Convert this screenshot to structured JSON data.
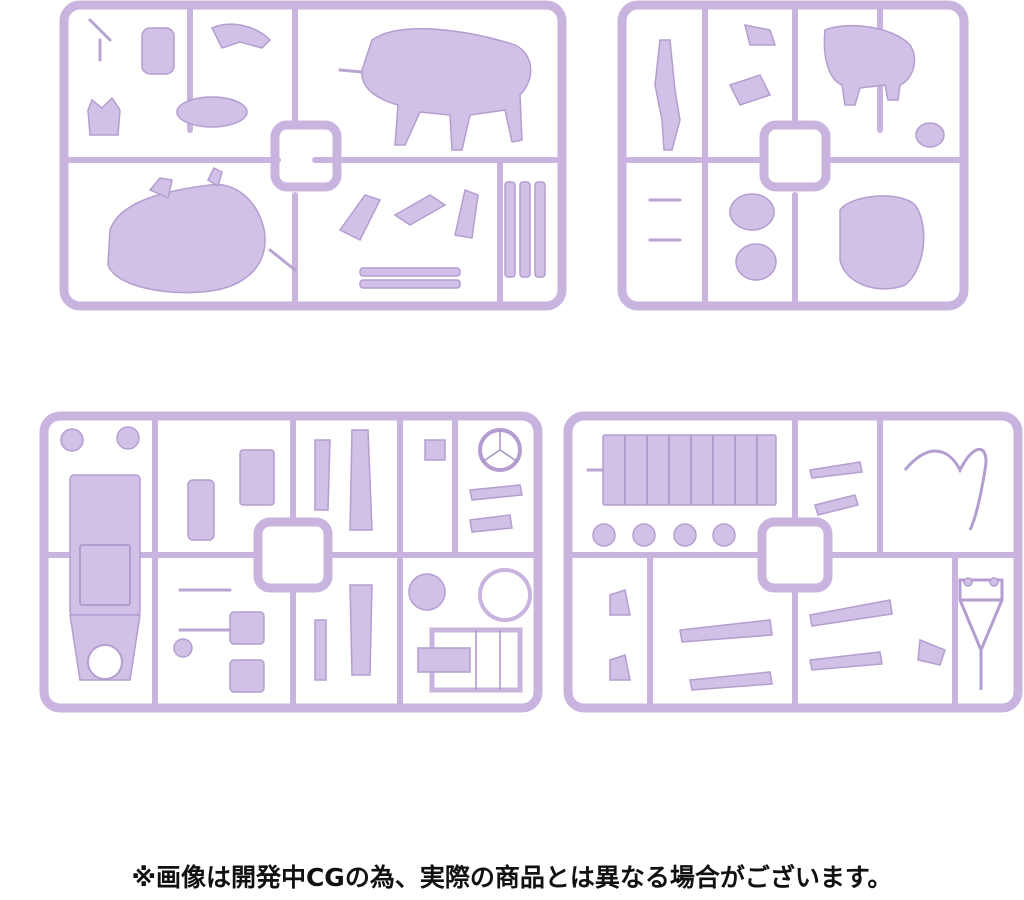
{
  "colors": {
    "sprue": "#c8b4de",
    "sprue_light": "#ddd0ec",
    "sprue_dark": "#a892c4",
    "background": "#ffffff",
    "text": "#111111"
  },
  "sprues": [
    {
      "id": "sprue-a",
      "parts": [
        "rhino-standing",
        "rhino-lying",
        "rhino-head",
        "rhino-calf-parts",
        "fence-bars"
      ]
    },
    {
      "id": "sprue-b",
      "parts": [
        "crocodile",
        "elephant-standing",
        "elephant-lying",
        "elephant-ears",
        "elephant-head"
      ]
    },
    {
      "id": "sprue-c",
      "parts": [
        "vehicle-body",
        "tires",
        "jerrycans",
        "steering-wheel",
        "figure-parts",
        "cargo-rack"
      ]
    },
    {
      "id": "sprue-d",
      "parts": [
        "radiator-grille",
        "wheels",
        "figures-lying",
        "rope",
        "hoist-frame"
      ]
    }
  ],
  "note": "※画像は開発中CGの為、実際の商品とは異なる場合がございます。"
}
